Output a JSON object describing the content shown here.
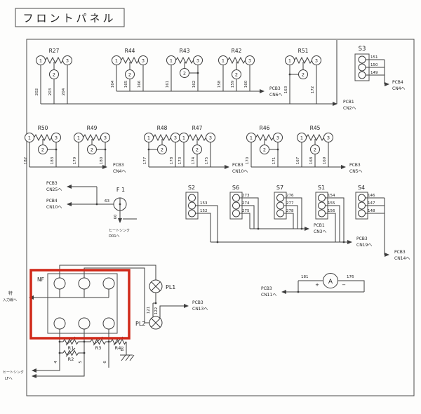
{
  "title": "フロントパネル",
  "colors": {
    "line": "#3d3d3d",
    "annotation": "#d02818",
    "background": "#fdfdfc"
  },
  "pins": {
    "p1": "1",
    "p2": "2",
    "p3": "3"
  },
  "row1": {
    "r27": {
      "name": "R27",
      "w1": "202",
      "w2": "203",
      "w3": "204"
    },
    "r44": {
      "name": "R44",
      "w1": "164",
      "w2": "165",
      "w3": "166"
    },
    "r43": {
      "name": "R43",
      "w1": "161",
      "w3": "162"
    },
    "r42": {
      "name": "R42",
      "w1": "158",
      "w2": "159",
      "w3": "160"
    },
    "r51": {
      "name": "R51",
      "w1": "163",
      "w3": "172"
    },
    "s3": {
      "name": "S3",
      "w1": "151",
      "w2": "150",
      "w3": "149"
    },
    "cn6": {
      "l1": "PCB3",
      "l2": "CN6へ"
    },
    "cn2": {
      "l1": "PCB1",
      "l2": "CN2へ"
    },
    "cn4b": {
      "l1": "PCB4",
      "l2": "CN4へ"
    }
  },
  "row2": {
    "r50": {
      "name": "R50",
      "w1": "182",
      "w3": "183"
    },
    "r49": {
      "name": "R49",
      "w1": "179",
      "w3": "180"
    },
    "r48": {
      "name": "R48",
      "w1": "177",
      "w3": "178"
    },
    "r47": {
      "name": "R47",
      "w1": "173",
      "w2": "174",
      "w3": "175"
    },
    "r46": {
      "name": "R46",
      "w1": "170",
      "w3": "171"
    },
    "r45": {
      "name": "R45",
      "w1": "167",
      "w2": "168",
      "w3": "169"
    },
    "cn4": {
      "l1": "PCB3",
      "l2": "CN4へ"
    },
    "cn10": {
      "l1": "PCB3",
      "l2": "CN10へ"
    },
    "cn5": {
      "l1": "PCB3",
      "l2": "CN5へ"
    }
  },
  "mid": {
    "cn25": {
      "l1": "PCB3",
      "l2": "CN25へ"
    },
    "cn10b": {
      "l1": "PCB4",
      "l2": "CN10へ"
    },
    "f1": {
      "name": "F 1",
      "wire": "63",
      "wire2": "60"
    },
    "hs_dr": {
      "l1": "ヒートシンク",
      "l2": "DR1へ"
    },
    "s2": {
      "name": "S2",
      "w2": "153",
      "w3": "152"
    },
    "s6": {
      "name": "S6",
      "w1": "273",
      "w2": "274",
      "w3": "275"
    },
    "s7": {
      "name": "S7",
      "w1": "276",
      "w2": "277",
      "w3": "278"
    },
    "s1": {
      "name": "S1",
      "w1": "154",
      "w2": "155",
      "w3": "156"
    },
    "s4": {
      "name": "S4",
      "w1": "146",
      "w2": "147",
      "w3": "148"
    },
    "cn3": {
      "l1": "PCB1",
      "l2": "CN3へ"
    },
    "cn19": {
      "l1": "PCB3",
      "l2": "CN19へ"
    },
    "cn14": {
      "l1": "PCB3",
      "l2": "CN14へ"
    }
  },
  "bottom": {
    "nf": {
      "name": "NF"
    },
    "input": {
      "l1": "特",
      "l2": "入力線へ"
    },
    "pl1": {
      "name": "PL1"
    },
    "pl2": {
      "name": "PL2",
      "w1": "121",
      "w2": "122"
    },
    "cn13": {
      "l1": "PCB3",
      "l2": "CN13へ"
    },
    "r1": "R1",
    "r2": "R2",
    "r3": "R3",
    "r4": "R4",
    "n4": "4",
    "n5": "5",
    "n6": "6",
    "n80": "80",
    "hs_lf": {
      "l1": "ヒートシンク",
      "l2": "LFへ"
    },
    "meter": {
      "w_left": "181",
      "w_right": "176",
      "plus": "+",
      "minus": "−",
      "symbol": "A"
    },
    "cn11": {
      "l1": "PCB3",
      "l2": "CN11へ"
    }
  }
}
